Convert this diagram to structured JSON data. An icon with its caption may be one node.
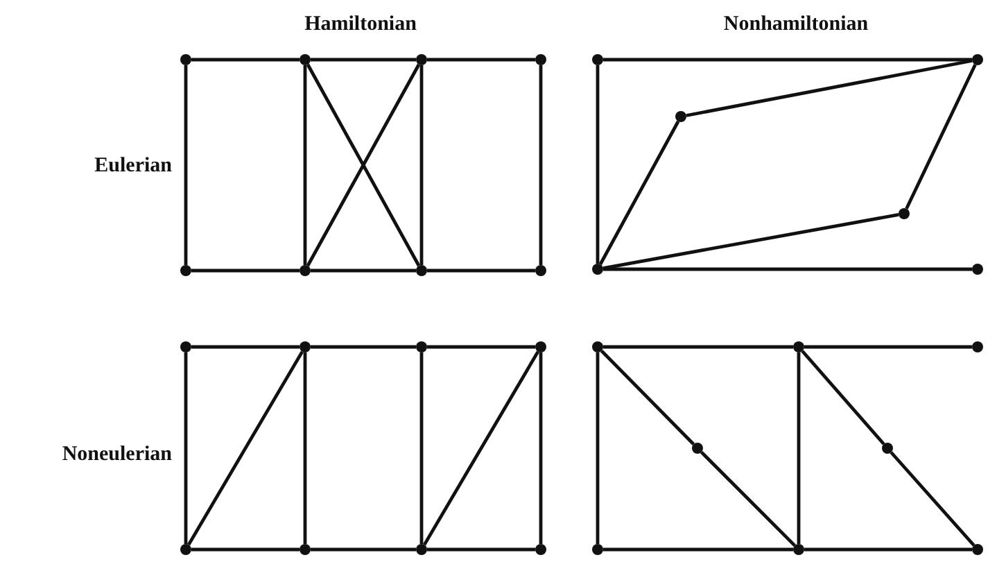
{
  "diagram": {
    "nodes": [
      {
        "text": [],
        "shape": "circle"
      },
      {
        "text": [],
        "shape": "circle"
      },
      {
        "text": [],
        "shape": "circle"
      },
      {
        "text": [],
        "shape": "circle"
      },
      {
        "text": [],
        "shape": "circle"
      },
      {
        "text": [],
        "shape": "circle"
      },
      {
        "text": [],
        "shape": "circle"
      },
      {
        "text": [],
        "shape": "circle"
      },
      {
        "text": [],
        "shape": "circle"
      },
      {
        "text": [],
        "shape": "circle"
      },
      {
        "text": [],
        "shape": "circle"
      },
      {
        "text": [],
        "shape": "circle"
      },
      {
        "text": [],
        "shape": "circle"
      },
      {
        "text": [],
        "shape": "circle"
      },
      {
        "text": [],
        "shape": "circle"
      },
      {
        "text": [],
        "shape": "circle"
      },
      {
        "text": [],
        "shape": "circle"
      },
      {
        "text": [],
        "shape": "circle"
      },
      {
        "text": [],
        "shape": "circle"
      },
      {
        "text": [],
        "shape": "circle"
      },
      {
        "text": [],
        "shape": "circle"
      },
      {
        "text": [],
        "shape": "circle"
      },
      {
        "text": [],
        "shape": "circle"
      },
      {
        "text": [],
        "shape": "circle"
      },
      {
        "text": [],
        "shape": "circle"
      },
      {
        "text": [],
        "shape": "circle"
      },
      {
        "text": [],
        "shape": "circle"
      },
      {
        "text": [],
        "shape": "circle"
      },
      {
        "text": [],
        "shape": "circle"
      },
      {
        "text": [],
        "shape": "circle"
      }
    ],
    "edges": [
      {
        "from": 0,
        "to": 1,
        "arrow": "none"
      },
      {
        "from": 1,
        "to": 2,
        "arrow": "none"
      },
      {
        "from": 2,
        "to": 3,
        "arrow": "none"
      },
      {
        "from": 4,
        "to": 5,
        "arrow": "none"
      },
      {
        "from": 5,
        "to": 6,
        "arrow": "none"
      },
      {
        "from": 6,
        "to": 7,
        "arrow": "none"
      },
      {
        "from": 0,
        "to": 4,
        "arrow": "none"
      },
      {
        "from": 1,
        "to": 5,
        "arrow": "none"
      },
      {
        "from": 2,
        "to": 6,
        "arrow": "none"
      },
      {
        "from": 3,
        "to": 7,
        "arrow": "none"
      },
      {
        "from": 1,
        "to": 6,
        "arrow": "none"
      },
      {
        "from": 2,
        "to": 5,
        "arrow": "none"
      },
      {
        "from": 8,
        "to": 9,
        "arrow": "none"
      },
      {
        "from": 8,
        "to": 12,
        "arrow": "none"
      },
      {
        "from": 12,
        "to": 13,
        "arrow": "none"
      },
      {
        "from": 12,
        "to": 10,
        "arrow": "none"
      },
      {
        "from": 10,
        "to": 9,
        "arrow": "none"
      },
      {
        "from": 9,
        "to": 11,
        "arrow": "none"
      },
      {
        "from": 11,
        "to": 12,
        "arrow": "none"
      },
      {
        "from": 14,
        "to": 15,
        "arrow": "none"
      },
      {
        "from": 15,
        "to": 16,
        "arrow": "none"
      },
      {
        "from": 16,
        "to": 17,
        "arrow": "none"
      },
      {
        "from": 18,
        "to": 19,
        "arrow": "none"
      },
      {
        "from": 19,
        "to": 20,
        "arrow": "none"
      },
      {
        "from": 20,
        "to": 21,
        "arrow": "none"
      },
      {
        "from": 14,
        "to": 18,
        "arrow": "none"
      },
      {
        "from": 15,
        "to": 19,
        "arrow": "none"
      },
      {
        "from": 16,
        "to": 20,
        "arrow": "none"
      },
      {
        "from": 17,
        "to": 21,
        "arrow": "none"
      },
      {
        "from": 18,
        "to": 15,
        "arrow": "none"
      },
      {
        "from": 20,
        "to": 17,
        "arrow": "none"
      },
      {
        "from": 22,
        "to": 23,
        "arrow": "none"
      },
      {
        "from": 23,
        "to": 24,
        "arrow": "none"
      },
      {
        "from": 27,
        "to": 28,
        "arrow": "none"
      },
      {
        "from": 28,
        "to": 29,
        "arrow": "none"
      },
      {
        "from": 22,
        "to": 27,
        "arrow": "none"
      },
      {
        "from": 23,
        "to": 28,
        "arrow": "none"
      },
      {
        "from": 22,
        "to": 25,
        "arrow": "none"
      },
      {
        "from": 25,
        "to": 28,
        "arrow": "none"
      },
      {
        "from": 23,
        "to": 26,
        "arrow": "none"
      },
      {
        "from": 26,
        "to": 29,
        "arrow": "none"
      }
    ],
    "labels": [
      "Hamiltonian",
      "Nonhamiltonian",
      "Eulerian",
      "Noneulerian"
    ]
  }
}
